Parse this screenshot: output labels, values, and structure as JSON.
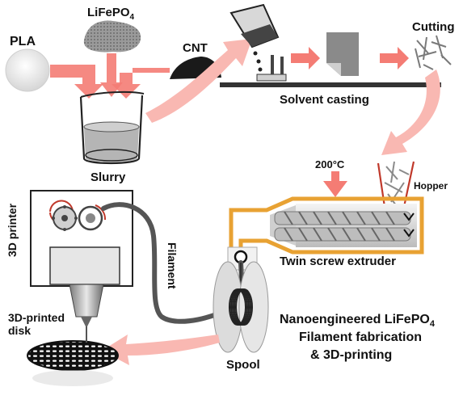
{
  "labels": {
    "pla": "PLA",
    "lifepo4_base": "LiFePO",
    "lifepo4_sub": "4",
    "cnt": "CNT",
    "slurry": "Slurry",
    "solvent_casting": "Solvent casting",
    "cutting": "Cutting",
    "temperature": "200°C",
    "hopper": "Hopper",
    "twin_screw_extruder": "Twin screw extruder",
    "printer": "3D printer",
    "filament": "Filament",
    "printed_disk_line1": "3D-printed",
    "printed_disk_line2": "disk",
    "spool": "Spool",
    "caption_line1_base": "Nanoengineered LiFePO",
    "caption_line1_sub": "4",
    "caption_line2": "Filament fabrication",
    "caption_line3": "& 3D-printing"
  },
  "colors": {
    "arrow": "#f47c74",
    "arrow_light": "#f9b8b2",
    "extruder_frame": "#e8a233",
    "filament": "#555555"
  },
  "icons": [
    "beaker-icon",
    "casting-bath-icon",
    "film-sheet-icon",
    "pellets-icon",
    "extruder-icon",
    "printer-icon",
    "spool-icon",
    "disk-icon"
  ]
}
